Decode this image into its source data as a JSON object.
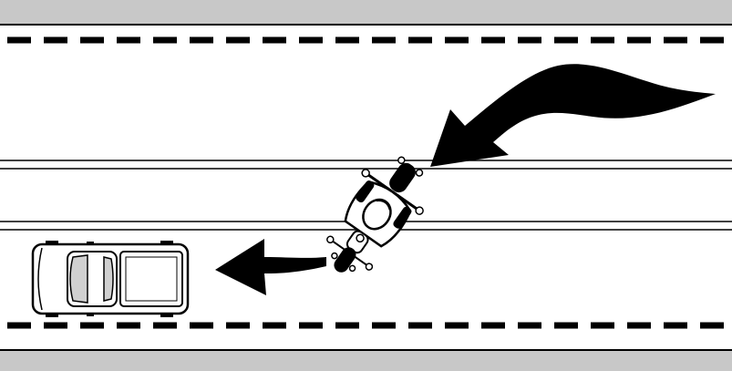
{
  "scene": {
    "description_kind": "road-diagram",
    "colors": {
      "shoulder": "#c8c8c8",
      "road": "#ffffff",
      "line": "#000000",
      "windshield": "#d0d0d0"
    },
    "elements": {
      "top_shoulder": "shoulder-band",
      "bottom_shoulder": "shoulder-band",
      "lane_dashes": "dashed-lane-line",
      "center_double_line": "double-solid-line",
      "motorcycle": "motorcycle-icon",
      "car": "pickup-truck-icon",
      "curved_arrow": "curved-arrow-icon",
      "left_arrow": "left-arrow-icon"
    }
  }
}
